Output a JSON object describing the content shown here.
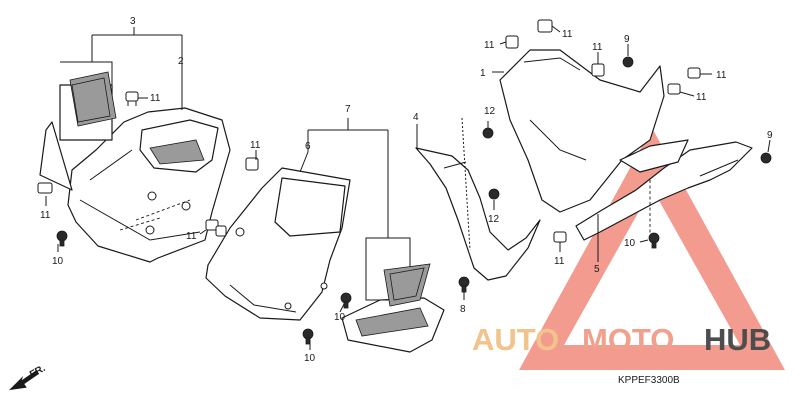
{
  "diagram": {
    "code": "KPPEF3300B",
    "front_marker": "FR.",
    "watermark": {
      "parts": [
        "AUTO",
        "MOTO",
        "HUB"
      ],
      "colors": {
        "auto": "#f2c38a",
        "moto": "#f0a08c",
        "hub": "#4d4d4d",
        "triangle": "#f08a7a"
      }
    },
    "callouts": {
      "c3": "3",
      "c2": "2",
      "c11a": "11",
      "c11b": "11",
      "c10a": "10",
      "c11c": "11",
      "c7": "7",
      "c6": "6",
      "c11d": "11",
      "c11e": "11",
      "c10b": "10",
      "c10c": "10",
      "c4": "4",
      "c12a": "12",
      "c12b": "12",
      "c8": "8",
      "c11f": "11",
      "c11g": "11",
      "c11h": "11",
      "c1": "1",
      "c9a": "9",
      "c11i": "11",
      "c11j": "11",
      "c9b": "9",
      "c10d": "10",
      "c11k": "11",
      "c5": "5"
    }
  }
}
